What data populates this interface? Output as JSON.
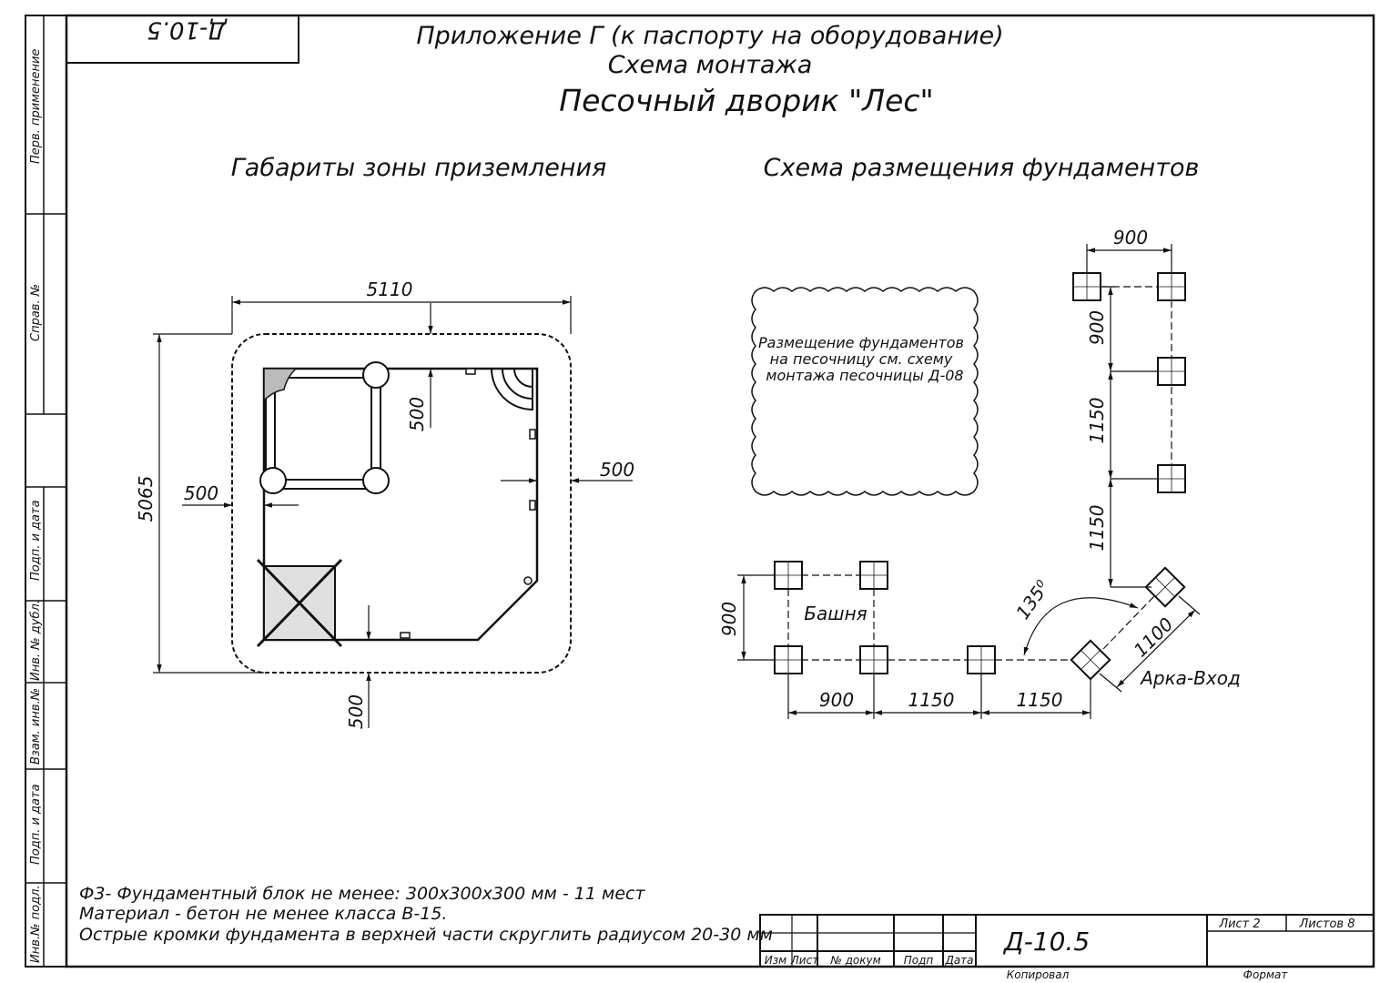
{
  "stamp": "Д-10.5",
  "header": {
    "line1": "Приложение Г (к паспорту на оборудование)",
    "line2": "Схема монтажа",
    "line3": "Песочный дворик \"Лес\""
  },
  "left_title": "Габариты зоны приземления",
  "right_title": "Схема размещения фундаментов",
  "left_dims": {
    "width": "5110",
    "height": "5065",
    "top_clear": "500",
    "left_clear": "500",
    "right_clear": "500",
    "bottom_clear": "500"
  },
  "cloud_note": {
    "line1": "Размещение фундаментов",
    "line2": "на песочницу см. схему",
    "line3": "монтажа песочницы Д-08"
  },
  "right_dims": {
    "top": "900",
    "v1": "900",
    "v2": "1150",
    "v3": "1150",
    "tower_h": "900",
    "b1": "900",
    "b2": "1150",
    "b3": "1150",
    "diag": "1100",
    "angle": "135⁰"
  },
  "labels": {
    "tower": "Башня",
    "arch": "Арка-Вход"
  },
  "notes": [
    "Ф3- Фундаментный блок не менее: 300x300x300 мм - 11 мест",
    "Материал - бетон не менее класса В-15.",
    "Острые кромки фундамента в верхней части скруглить радиусом 20-30 мм"
  ],
  "side_strip": {
    "perv": "Перв. применение",
    "sprav": "Справ. №",
    "podp_data_1": "Подп. и дата",
    "inv_dubl": "Инв. № дубл.",
    "vzam_inv": "Взам. инв.№",
    "podp_data_2": "Подп. и дата",
    "inv_podl": "Инв.№ подл."
  },
  "title_block": {
    "code": "Д-10.5",
    "izm": "Изм",
    "list": "Лист",
    "n_dokum": "№ докум",
    "podp": "Подп",
    "data": "Дата",
    "sheet": "Лист 2",
    "sheets": "Листов 8",
    "kopiroval": "Копировал",
    "format": "Формат"
  }
}
